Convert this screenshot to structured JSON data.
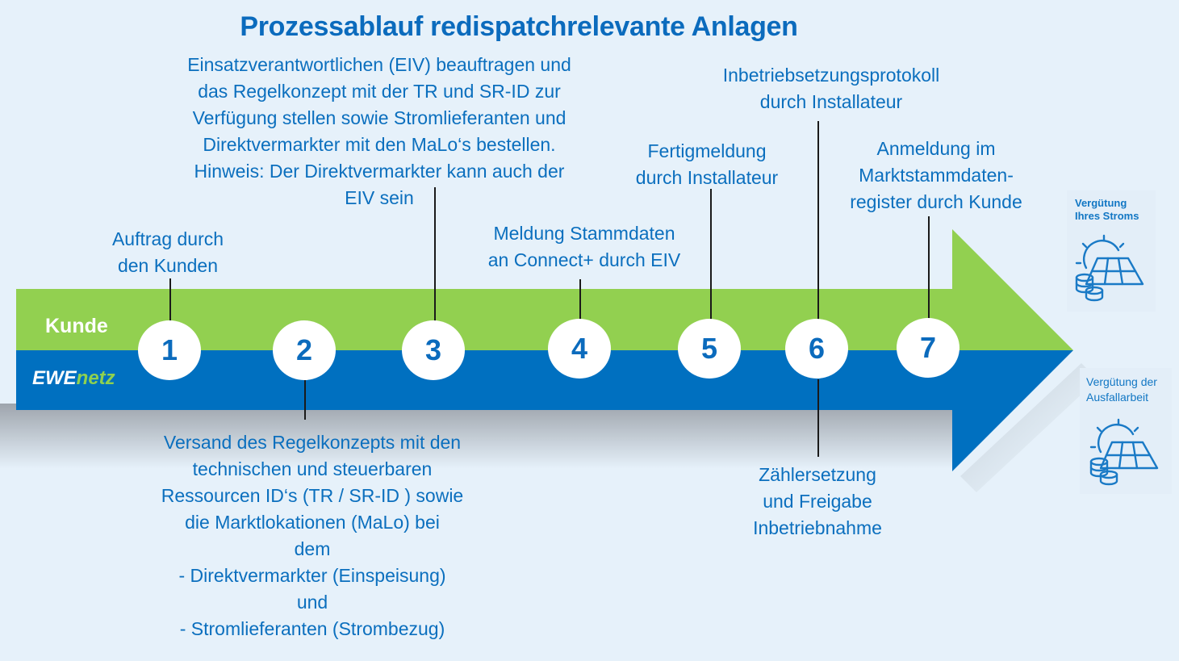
{
  "title": "Prozessablauf redispatchrelevante Anlagen",
  "lanes": {
    "top_label": "Kunde",
    "bottom_label_part1": "EWE",
    "bottom_label_part2": "netz",
    "top_color": "#92d050",
    "bottom_color": "#0070c0"
  },
  "steps": [
    {
      "number": "1",
      "label_lines": [
        "Auftrag durch",
        "den Kunden"
      ],
      "side": "top"
    },
    {
      "number": "2",
      "label_lines": [
        "Versand des Regelkonzepts mit den",
        "technischen und steuerbaren",
        "Ressourcen ID‘s (TR / SR-ID ) sowie",
        "die Marktlokationen (MaLo) bei",
        "dem",
        "- Direktvermarkter (Einspeisung)",
        "und",
        "- Stromlieferanten (Strombezug)"
      ],
      "side": "bottom"
    },
    {
      "number": "3",
      "label_lines": [
        "Einsatzverantwortlichen (EIV) beauftragen und",
        "das Regelkonzept mit der TR und SR-ID zur",
        "Verfügung stellen sowie Stromlieferanten und",
        "Direktvermarkter mit den MaLo‘s bestellen.",
        "Hinweis: Der Direktvermarkter kann auch der",
        "EIV sein"
      ],
      "side": "top"
    },
    {
      "number": "4",
      "label_lines": [
        "Meldung Stammdaten",
        "an Connect+ durch EIV"
      ],
      "side": "top"
    },
    {
      "number": "5",
      "label_lines": [
        "Fertigmeldung",
        "durch Installateur"
      ],
      "side": "top"
    },
    {
      "number": "6",
      "label_lines": [
        "Inbetriebsetzungsprotokoll",
        "durch Installateur"
      ],
      "label_bottom_lines": [
        "Zählersetzung",
        "und Freigabe",
        "Inbetriebnahme"
      ],
      "side": "both"
    },
    {
      "number": "7",
      "label_lines": [
        "Anmeldung im",
        "Marktstammdaten-",
        "register durch Kunde"
      ],
      "side": "top"
    }
  ],
  "outcomes": [
    {
      "title_lines": [
        "Vergütung",
        "Ihres Stroms"
      ],
      "icon": "solar-panel-coins-icon"
    },
    {
      "title_lines": [
        "Vergütung der",
        "Ausfallarbeit"
      ],
      "icon": "solar-panel-coins-icon"
    }
  ]
}
